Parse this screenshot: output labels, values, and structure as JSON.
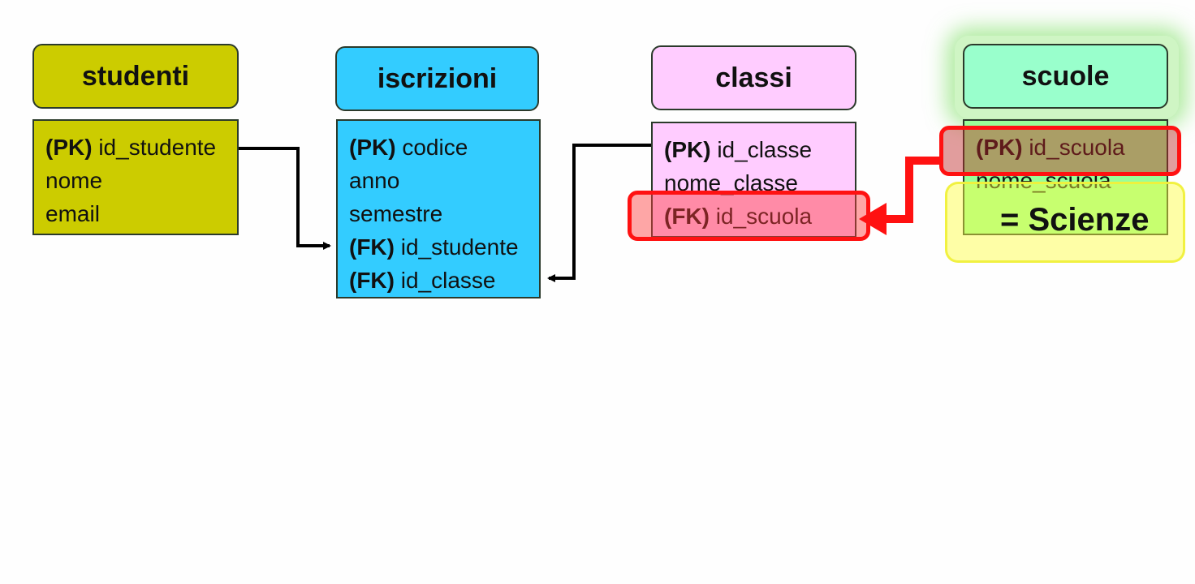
{
  "tables": [
    {
      "id": "studenti",
      "name": "studenti",
      "color": "#cccc00",
      "rows": [
        {
          "key": "(PK)",
          "field": "id_studente"
        },
        {
          "key": "",
          "field": "nome"
        },
        {
          "key": "",
          "field": "email"
        }
      ]
    },
    {
      "id": "iscrizioni",
      "name": "iscrizioni",
      "color": "#33ccff",
      "rows": [
        {
          "key": "(PK)",
          "field": "codice"
        },
        {
          "key": "",
          "field": "anno"
        },
        {
          "key": "",
          "field": "semestre"
        },
        {
          "key": "(FK)",
          "field": "id_studente"
        },
        {
          "key": "(FK)",
          "field": "id_classe"
        }
      ]
    },
    {
      "id": "classi",
      "name": "classi",
      "color": "#ffccff",
      "rows": [
        {
          "key": "(PK)",
          "field": "id_classe"
        },
        {
          "key": "",
          "field": "nome_classe"
        },
        {
          "key": "(FK)",
          "field": "id_scuola"
        }
      ]
    },
    {
      "id": "scuole",
      "name": "scuole",
      "color": "#99ffcc",
      "rows": [
        {
          "key": "(PK)",
          "field": "id_scuola"
        },
        {
          "key": "",
          "field": "nome_scuola"
        }
      ]
    }
  ],
  "annotation": {
    "filter_text": "= Scienze"
  },
  "colors": {
    "highlight_red": "#ff0000",
    "highlight_yellow": "#ffff66",
    "glow_green": "#66dd44",
    "link_black": "#000000"
  }
}
